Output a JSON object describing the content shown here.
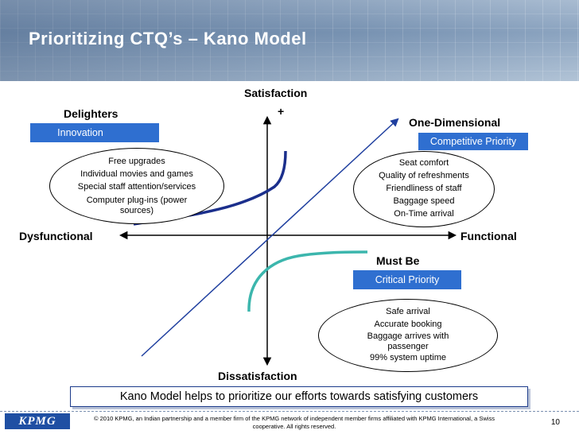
{
  "slide": {
    "title": "Prioritizing CTQ’s – Kano Model",
    "page_number": "10"
  },
  "axes": {
    "top": "Satisfaction",
    "plus": "+",
    "bottom": "Dissatisfaction",
    "left": "Dysfunctional",
    "right": "Functional"
  },
  "delighters": {
    "heading": "Delighters",
    "tag": "Innovation",
    "items": [
      "Free upgrades",
      "Individual movies and games",
      "Special staff attention/services",
      "Computer plug-ins (power sources)"
    ]
  },
  "one_dimensional": {
    "heading": "One-Dimensional",
    "tag": "Competitive Priority",
    "items": [
      "Seat comfort",
      "Quality of refreshments",
      "Friendliness of staff",
      "Baggage speed",
      "On-Time arrival"
    ]
  },
  "must_be": {
    "heading": "Must Be",
    "tag": "Critical Priority",
    "items": [
      "Safe arrival",
      "Accurate booking",
      "Baggage arrives with passenger",
      "99% system uptime"
    ]
  },
  "banner": "Kano Model helps to prioritize our efforts towards satisfying customers",
  "footer": {
    "logo": "KPMG",
    "copyright": "© 2010 KPMG, an Indian partnership and a member firm of the KPMG network of independent member firms affiliated with KPMG International, a Swiss cooperative. All rights reserved."
  },
  "colors": {
    "accent_blue": "#2f6fd0",
    "delighter_curve": "#1b2f8c",
    "must_be_curve": "#3cb6ad",
    "line_blue": "#1f3f9f"
  }
}
